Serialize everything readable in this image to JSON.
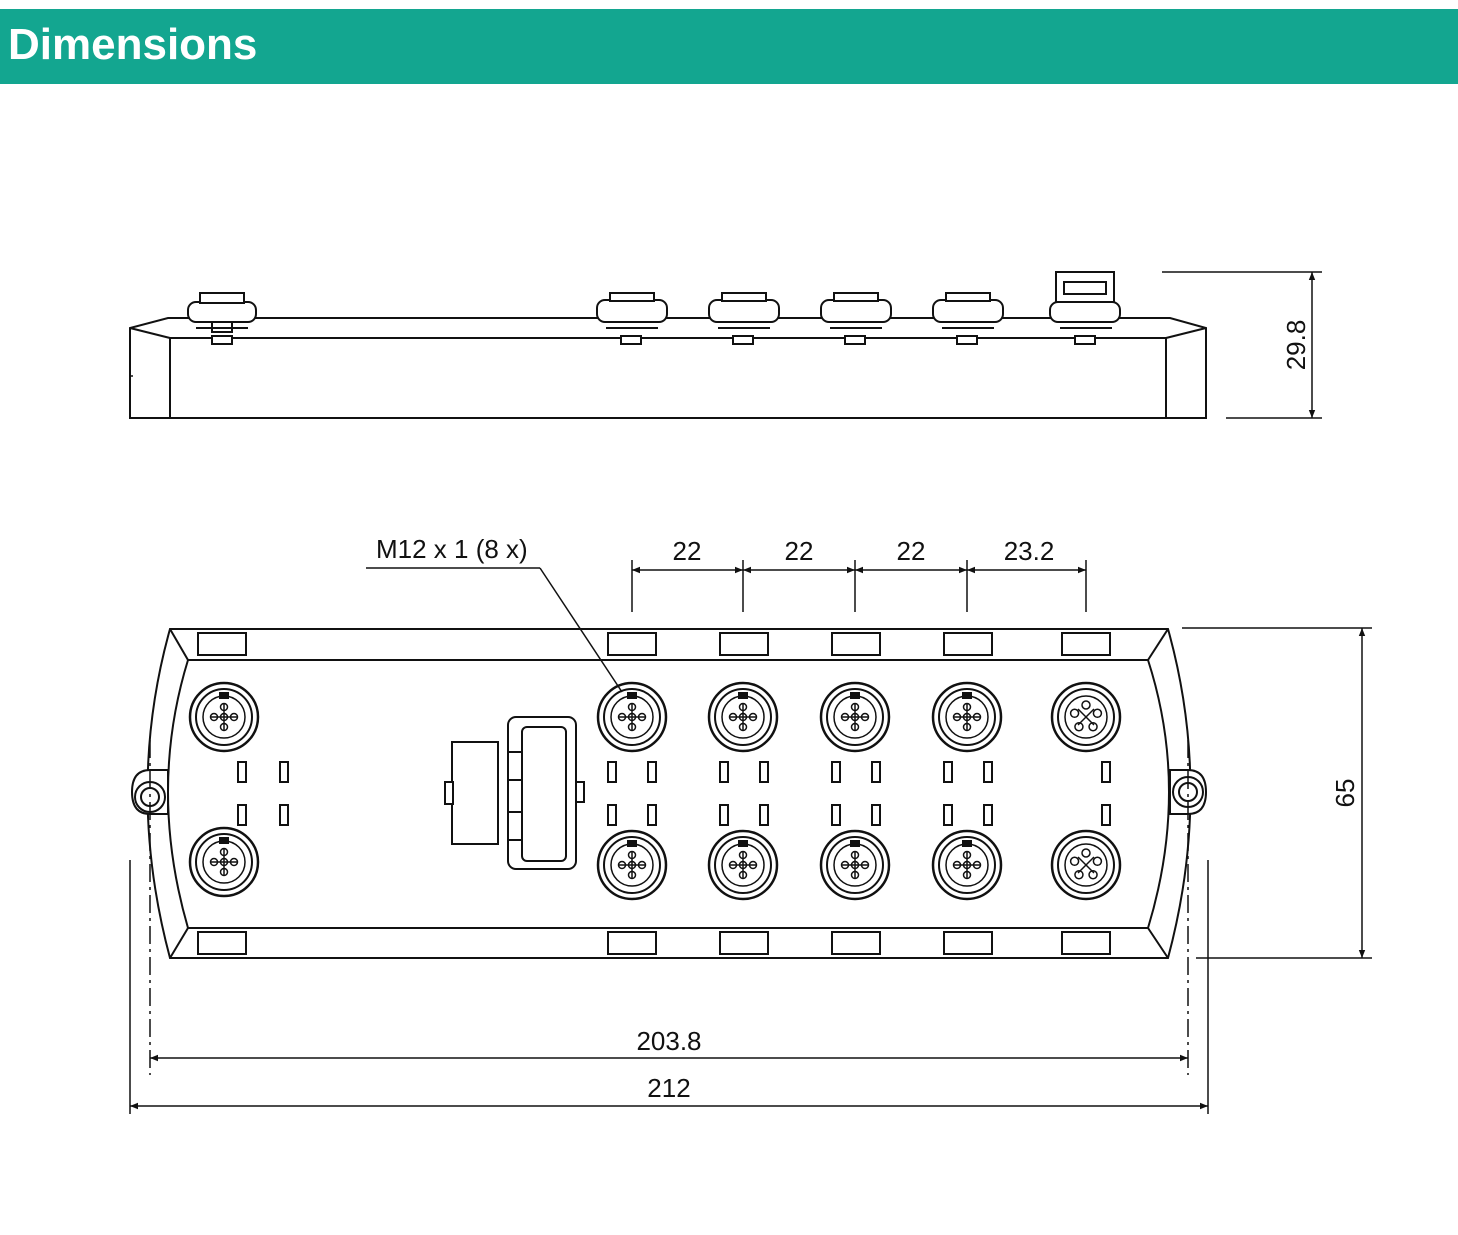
{
  "header": {
    "title": "Dimensions",
    "color": "#13a690"
  },
  "labels": {
    "height_side": "29.8",
    "callout": "M12 x 1 (8 x)",
    "pitch_1": "22",
    "pitch_2": "22",
    "pitch_3": "22",
    "pitch_4": "23.2",
    "depth": "65",
    "mount_distance": "203.8",
    "overall_length": "212"
  }
}
